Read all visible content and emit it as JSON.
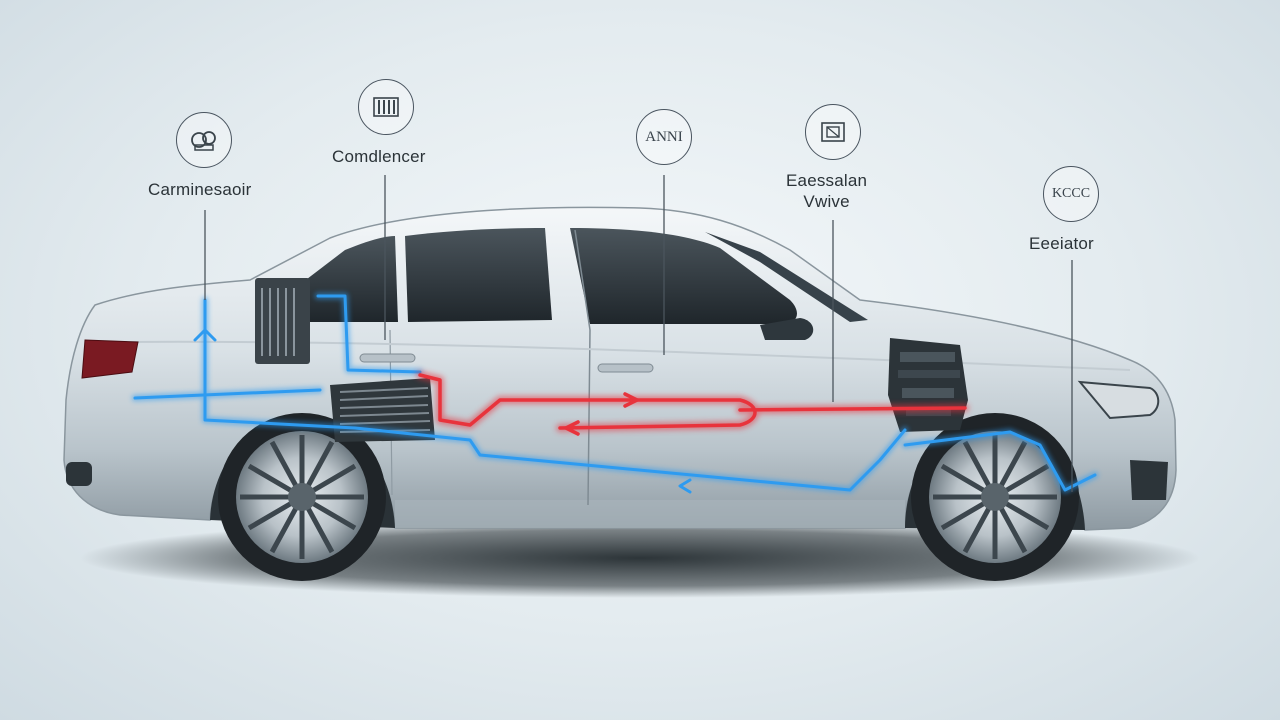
{
  "diagram": {
    "components": [
      {
        "id": "compressor",
        "label": "Carminesaoir",
        "icon": "compressor-icon"
      },
      {
        "id": "condenser",
        "label": "Comdlencer",
        "icon": "condenser-icon"
      },
      {
        "id": "center",
        "label": "",
        "icon_text": "ANNI",
        "icon": "text-badge-icon"
      },
      {
        "id": "expansion",
        "label_lines": [
          "Eaessalan",
          "Vwive"
        ],
        "icon": "valve-icon"
      },
      {
        "id": "evaporator",
        "label": "Eeeiator",
        "icon_text": "KCCC",
        "icon": "text-badge-icon"
      }
    ],
    "flows": [
      {
        "name": "low-pressure-line",
        "color": "#2e9bf0"
      },
      {
        "name": "high-pressure-line",
        "color": "#e8333c"
      }
    ],
    "colors": {
      "car_body": "#dfe6ea",
      "glass": "#2a3238",
      "tire": "#23282c"
    }
  }
}
